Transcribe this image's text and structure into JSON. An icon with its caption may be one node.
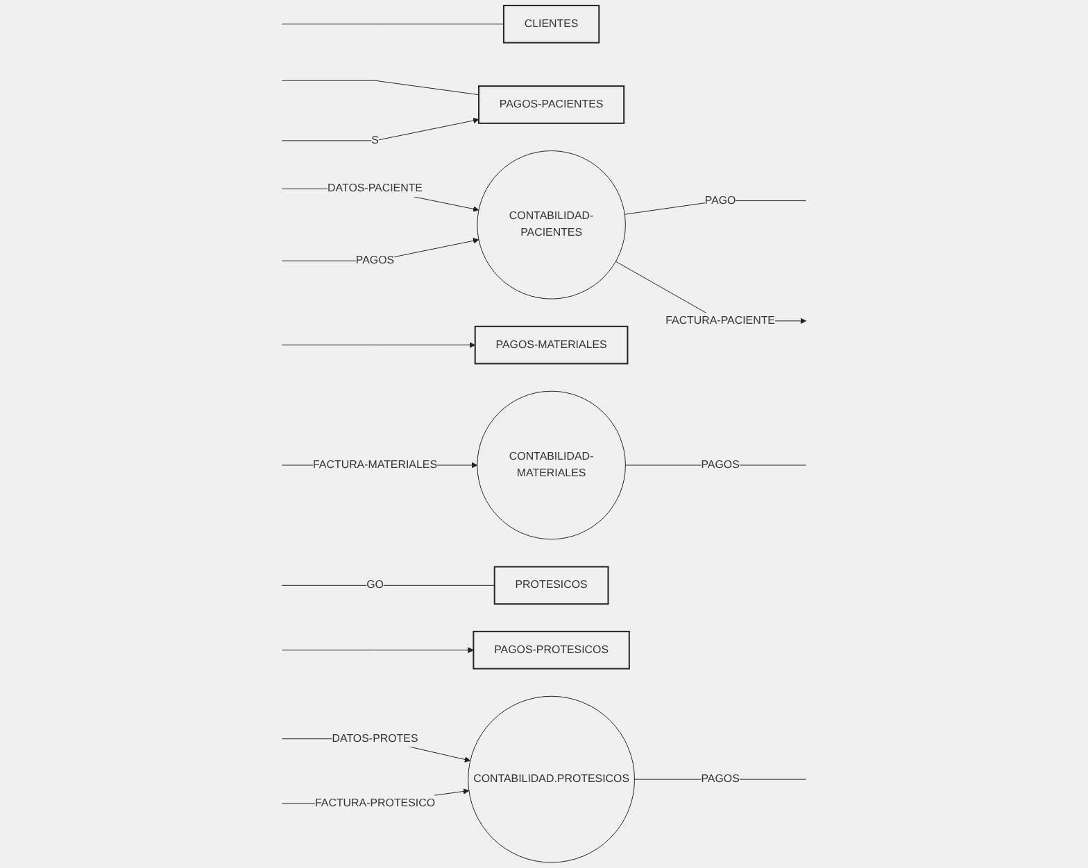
{
  "diagram": {
    "nodes": [
      {
        "text": [
          "CLIENTES"
        ]
      },
      {
        "text": [
          "PAGOS-PACIENTES"
        ]
      },
      {
        "text": [
          "CONTABILIDAD-PACIENTES"
        ]
      },
      {
        "text": [
          "PAGOS-MATERIALES"
        ]
      },
      {
        "text": [
          "CONTABILIDAD-MATERIALES"
        ]
      },
      {
        "text": [
          "PROTESICOS"
        ]
      },
      {
        "text": [
          "PAGOS-PROTESICOS"
        ]
      },
      {
        "text": [
          "CONTABILIDAD.PROTESICOS"
        ]
      }
    ],
    "edges": [
      {
        "from": null,
        "to": 0,
        "arrow": "none"
      },
      {
        "from": null,
        "to": 1,
        "arrow": "none"
      },
      {
        "from": null,
        "to": 1,
        "arrow": "to",
        "label": "S"
      },
      {
        "from": null,
        "to": 2,
        "arrow": "to",
        "label": "DATOS-PACIENTE"
      },
      {
        "from": null,
        "to": 2,
        "arrow": "to",
        "label": "PAGOS"
      },
      {
        "from": 2,
        "to": null,
        "arrow": "none",
        "label": "PAGO"
      },
      {
        "from": 2,
        "to": null,
        "arrow": "to",
        "label": "FACTURA-PACIENTE"
      },
      {
        "from": null,
        "to": 3,
        "arrow": "to"
      },
      {
        "from": null,
        "to": 4,
        "arrow": "to",
        "label": "FACTURA-MATERIALES"
      },
      {
        "from": 4,
        "to": null,
        "arrow": "none",
        "label": "PAGOS"
      },
      {
        "from": null,
        "to": 5,
        "arrow": "none",
        "label": "GO"
      },
      {
        "from": null,
        "to": 6,
        "arrow": "to"
      },
      {
        "from": null,
        "to": 7,
        "arrow": "to",
        "label": "DATOS-PROTES"
      },
      {
        "from": null,
        "to": 7,
        "arrow": "to",
        "label": "FACTURA-PROTESICO"
      },
      {
        "from": 7,
        "to": null,
        "arrow": "none",
        "label": "PAGOS"
      }
    ]
  }
}
